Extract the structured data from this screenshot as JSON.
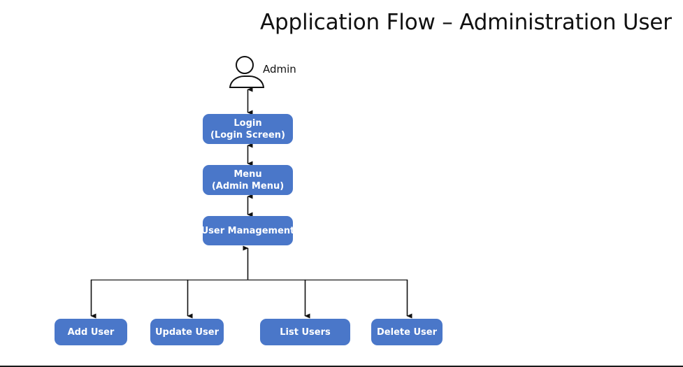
{
  "slide": {
    "title": "Application Flow – Administration User",
    "background": "#ffffff",
    "accent_color": "#4A77C9",
    "line_color": "#111111",
    "text_color_on_accent": "#ffffff"
  },
  "actor": {
    "icon": "user-actor-icon",
    "label": "Admin"
  },
  "nodes": [
    {
      "id": "login",
      "line1": "Login",
      "line2": "(Login Screen)"
    },
    {
      "id": "menu",
      "line1": "Menu",
      "line2": "(Admin Menu)"
    },
    {
      "id": "usermgmt",
      "line1": "User Management",
      "line2": ""
    },
    {
      "id": "add",
      "line1": "Add User",
      "line2": ""
    },
    {
      "id": "update",
      "line1": "Update User",
      "line2": ""
    },
    {
      "id": "list",
      "line1": "List Users",
      "line2": ""
    },
    {
      "id": "delete",
      "line1": "Delete User",
      "line2": ""
    }
  ],
  "connections": [
    {
      "from": "Admin",
      "to": "Login",
      "arrow": "double"
    },
    {
      "from": "Login",
      "to": "Menu",
      "arrow": "double"
    },
    {
      "from": "Menu",
      "to": "User Management",
      "arrow": "double"
    },
    {
      "from": "User Management",
      "to": "bus",
      "arrow": "single-up"
    },
    {
      "from": "bus",
      "to": "Add User",
      "arrow": "single-down"
    },
    {
      "from": "bus",
      "to": "Update User",
      "arrow": "single-down"
    },
    {
      "from": "bus",
      "to": "List Users",
      "arrow": "single-down"
    },
    {
      "from": "bus",
      "to": "Delete User",
      "arrow": "single-down"
    }
  ]
}
